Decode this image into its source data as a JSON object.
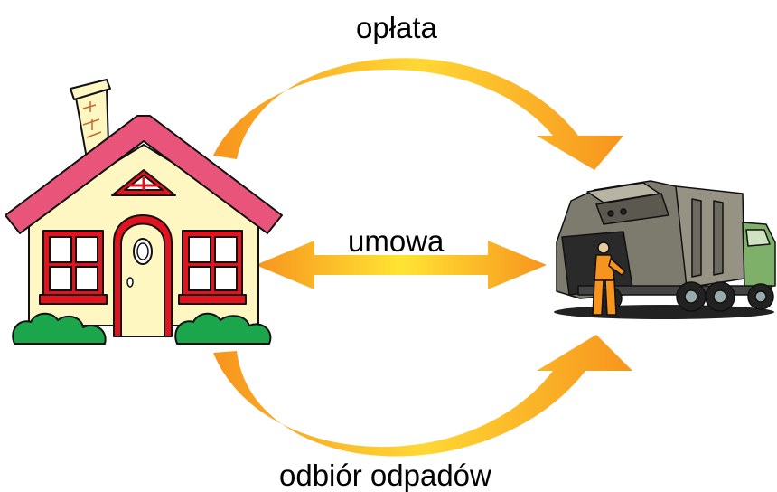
{
  "labels": {
    "top": "opłata",
    "middle": "umowa",
    "bottom": "odbiór odpadów"
  },
  "icons": {
    "left": "house-icon",
    "right": "garbage-truck-icon"
  },
  "colors": {
    "arrow_light": "#ffe433",
    "arrow_dark": "#f7941d",
    "roof": "#e8547a",
    "wall": "#fff7c2",
    "trim": "#e0141e",
    "bush": "#1ca64c",
    "truck_body": "#7d7b6e",
    "cab": "#7fb069"
  }
}
